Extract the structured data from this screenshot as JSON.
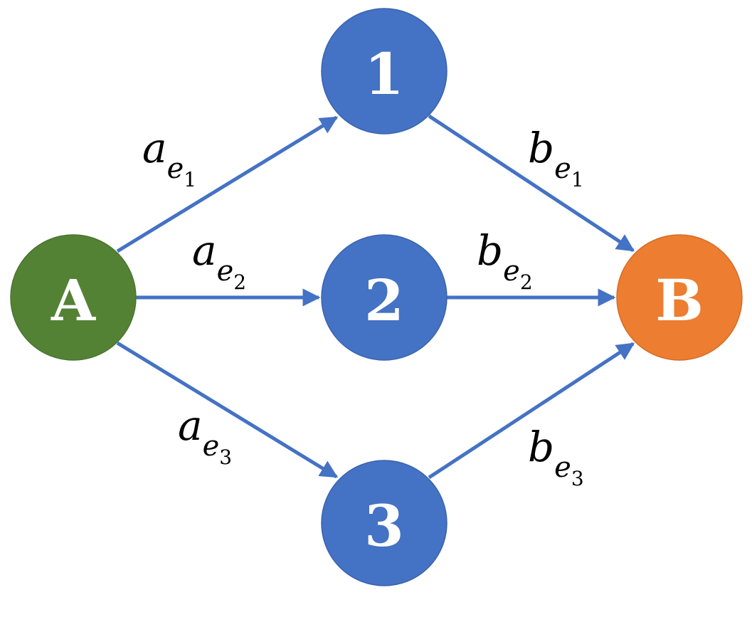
{
  "colors": {
    "edge": "#4472C4",
    "node_mid": "#4472C4",
    "node_source": "#548235",
    "node_sink": "#ED7D31"
  },
  "nodes": {
    "source": "A",
    "n1": "1",
    "n2": "2",
    "n3": "3",
    "sink": "B"
  },
  "edge_labels": {
    "a1": {
      "main": "a",
      "sub": "e",
      "index": "1"
    },
    "a2": {
      "main": "a",
      "sub": "e",
      "index": "2"
    },
    "a3": {
      "main": "a",
      "sub": "e",
      "index": "3"
    },
    "b1": {
      "main": "b",
      "sub": "e",
      "index": "1"
    },
    "b2": {
      "main": "b",
      "sub": "e",
      "index": "2"
    },
    "b3": {
      "main": "b",
      "sub": "e",
      "index": "3"
    }
  }
}
